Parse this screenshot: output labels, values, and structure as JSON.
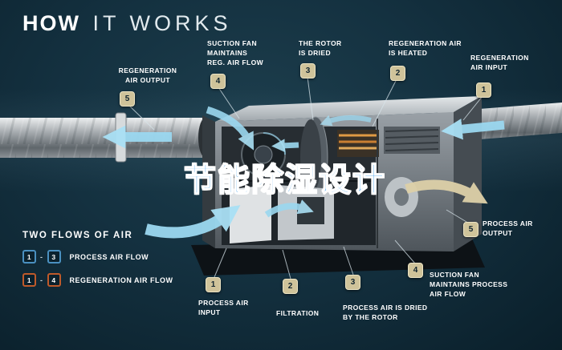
{
  "title": {
    "word1": "HOW",
    "word2": "IT WORKS"
  },
  "watermark": "节能除湿设计",
  "colors": {
    "background": "#143140",
    "badge_bg": "#cfc39a",
    "process_flow_border": "#4a90c0",
    "regen_flow_border": "#bf5a2a",
    "arrow_blue": "#9bd8f0",
    "arrow_tan": "#ddd0a8",
    "watermark_blue": "#1e8ee8",
    "heater_orange": "#e09a44"
  },
  "callouts": {
    "regen_output": {
      "num": "5",
      "label": "REGENERATION\nAIR OUTPUT"
    },
    "suction_fan_reg": {
      "num": "4",
      "label": "SUCTION FAN\nMAINTAINS\nREG. AIR FLOW"
    },
    "rotor_dried": {
      "num": "3",
      "label": "THE ROTOR\nIS DRIED"
    },
    "regen_heated": {
      "num": "2",
      "label": "REGENERATION AIR\nIS HEATED"
    },
    "regen_input": {
      "num": "1",
      "label": "REGENERATION\nAIR INPUT"
    },
    "process_output": {
      "num": "5",
      "label": "PROCESS AIR\nOUTPUT"
    },
    "suction_fan_process": {
      "num": "4",
      "label": "SUCTION FAN\nMAINTAINS PROCESS\nAIR FLOW"
    },
    "process_dried": {
      "num": "3",
      "label": "PROCESS AIR IS DRIED\nBY THE ROTOR"
    },
    "filtration": {
      "num": "2",
      "label": "FILTRATION"
    },
    "process_input": {
      "num": "1",
      "label": "PROCESS AIR\nINPUT"
    }
  },
  "legend": {
    "title": "TWO FLOWS OF AIR",
    "separator": "-",
    "rows": [
      {
        "from": "1",
        "to": "3",
        "label": "PROCESS AIR FLOW"
      },
      {
        "from": "1",
        "to": "4",
        "label": "REGENERATION AIR FLOW"
      }
    ]
  }
}
